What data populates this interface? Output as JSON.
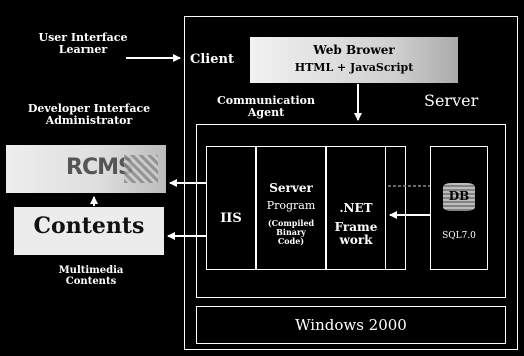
{
  "left": {
    "user_label": "User Interface\nLearner",
    "developer_label": "Developer Interface\nAdministrator",
    "rcms_label": "RCMS",
    "contents_label": "Contents",
    "multimedia_label": "Multimedia\nContents"
  },
  "client": {
    "label": "Client",
    "browser_title": "Web Brower",
    "browser_sub": "HTML + JavaScript"
  },
  "comm_agent": "Communication\nAgent",
  "server": {
    "label": "Server",
    "iis": "IIS",
    "program_title": "Server",
    "program_sub": "Program",
    "program_note": "(Compiled\nBinary\nCode)",
    "net_title": ".NET",
    "net_sub": "Frame\nwork",
    "db_label": "DB",
    "db_sub": "SQL7.0",
    "os": "Windows 2000"
  },
  "colors": {
    "background": "#000000",
    "line": "#ffffff",
    "panel": "#d4d4d4"
  }
}
